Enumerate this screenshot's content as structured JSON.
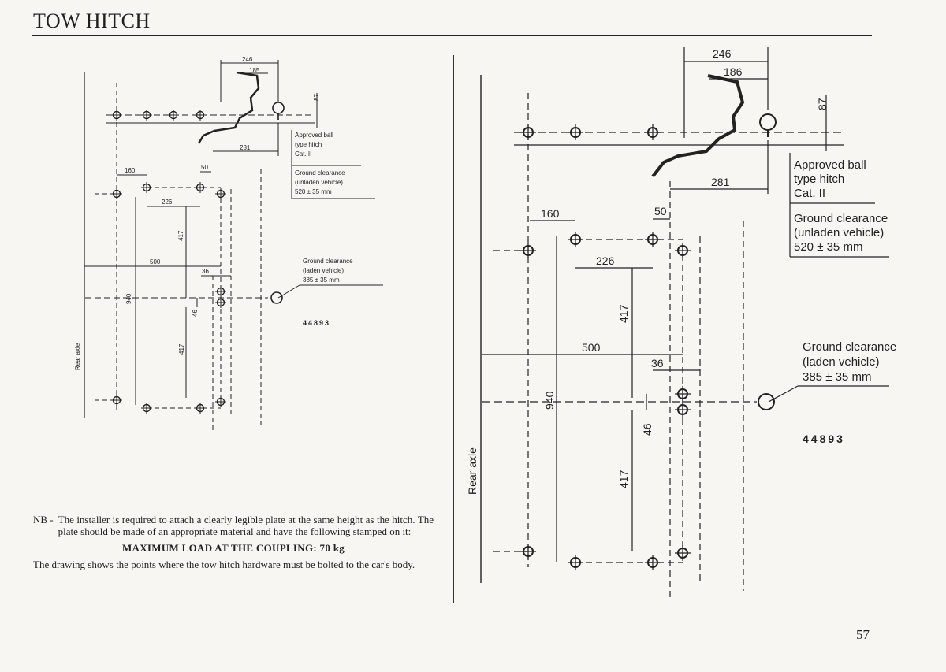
{
  "header": {
    "title": "TOW HITCH"
  },
  "small_diagram": {
    "dims": [
      "246",
      "185",
      "87",
      "281",
      "160",
      "50",
      "226",
      "417",
      "500",
      "36",
      "940",
      "46",
      "417"
    ],
    "hitch_note": [
      "Approved ball",
      "type hitch",
      "Cat. II"
    ],
    "unladen_note": [
      "Ground clearance",
      "(unladen vehicle)",
      "520 ± 35 mm"
    ],
    "laden_note": [
      "Ground clearance",
      "(laden vehicle)",
      "385 ± 35 mm"
    ],
    "figure_ref": "44893",
    "axis_label": "Rear axle"
  },
  "large_diagram": {
    "dims": [
      "246",
      "186",
      "87",
      "281",
      "160",
      "50",
      "226",
      "417",
      "500",
      "36",
      "940",
      "46",
      "417"
    ],
    "hitch_note": [
      "Approved ball",
      "type hitch",
      "Cat. II"
    ],
    "unladen_note": [
      "Ground clearance",
      "(unladen vehicle)",
      "520 ± 35 mm"
    ],
    "laden_note": [
      "Ground clearance",
      "(laden vehicle)",
      "385 ± 35 mm"
    ],
    "figure_ref": "44893",
    "axis_label": "Rear axle"
  },
  "notes": {
    "nb_label": "NB -",
    "nb_text": "The installer is required to attach a clearly legible plate at the same height as the hitch. The plate should be made of an appropriate material and have the following stamped on it:",
    "max_load": "MAXIMUM LOAD AT THE COUPLING: 70 kg",
    "drawing_text": "The drawing shows the points where the tow hitch hardware must be bolted to the car's body."
  },
  "footer": {
    "page_number": "57"
  }
}
